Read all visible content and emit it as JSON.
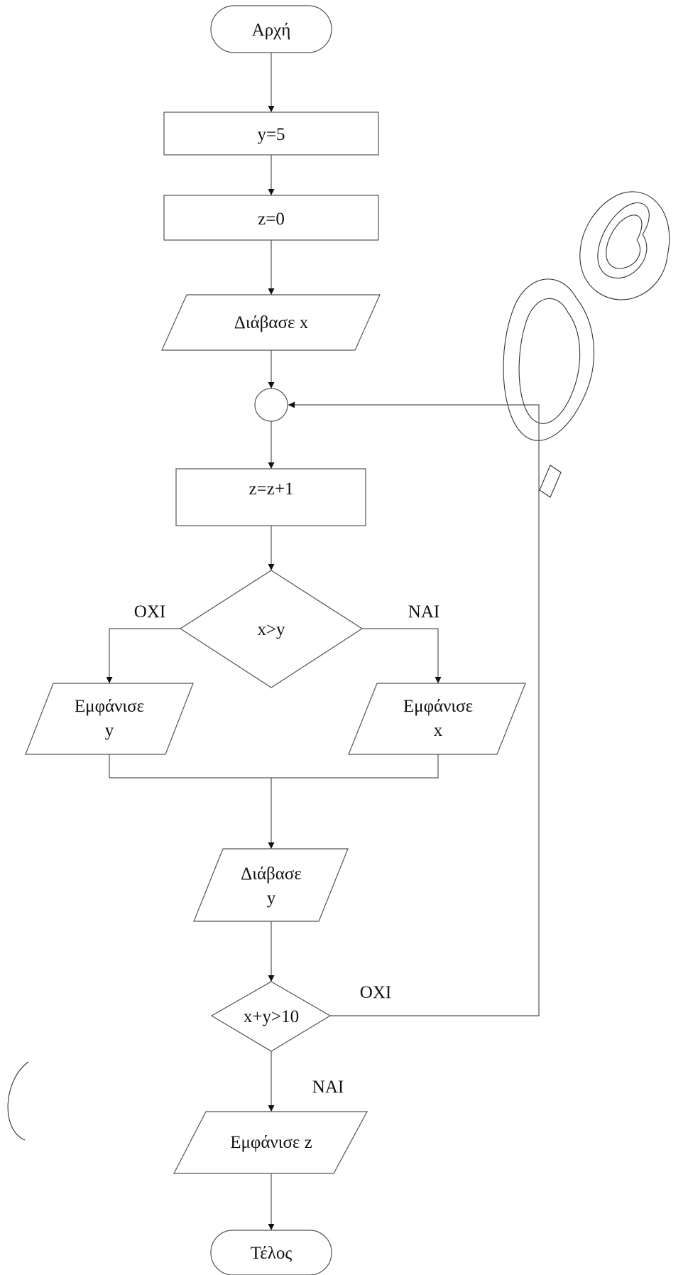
{
  "flowchart": {
    "start": "Αρχή",
    "assign_y": "y=5",
    "assign_z": "z=0",
    "read_x": "Διάβασε x",
    "increment_z": "z=z+1",
    "condition_1": "x>y",
    "condition_1_no": "ΟΧΙ",
    "condition_1_yes": "ΝΑΙ",
    "show_y_line1": "Εμφάνισε",
    "show_y_line2": "y",
    "show_x_line1": "Εμφάνισε",
    "show_x_line2": "x",
    "read_y_line1": "Διάβασε",
    "read_y_line2": "y",
    "condition_2": "x+y>10",
    "condition_2_no": "ΟΧΙ",
    "condition_2_yes": "ΝΑΙ",
    "show_z": "Εμφάνισε z",
    "end": "Τέλος"
  },
  "watermark": "09"
}
